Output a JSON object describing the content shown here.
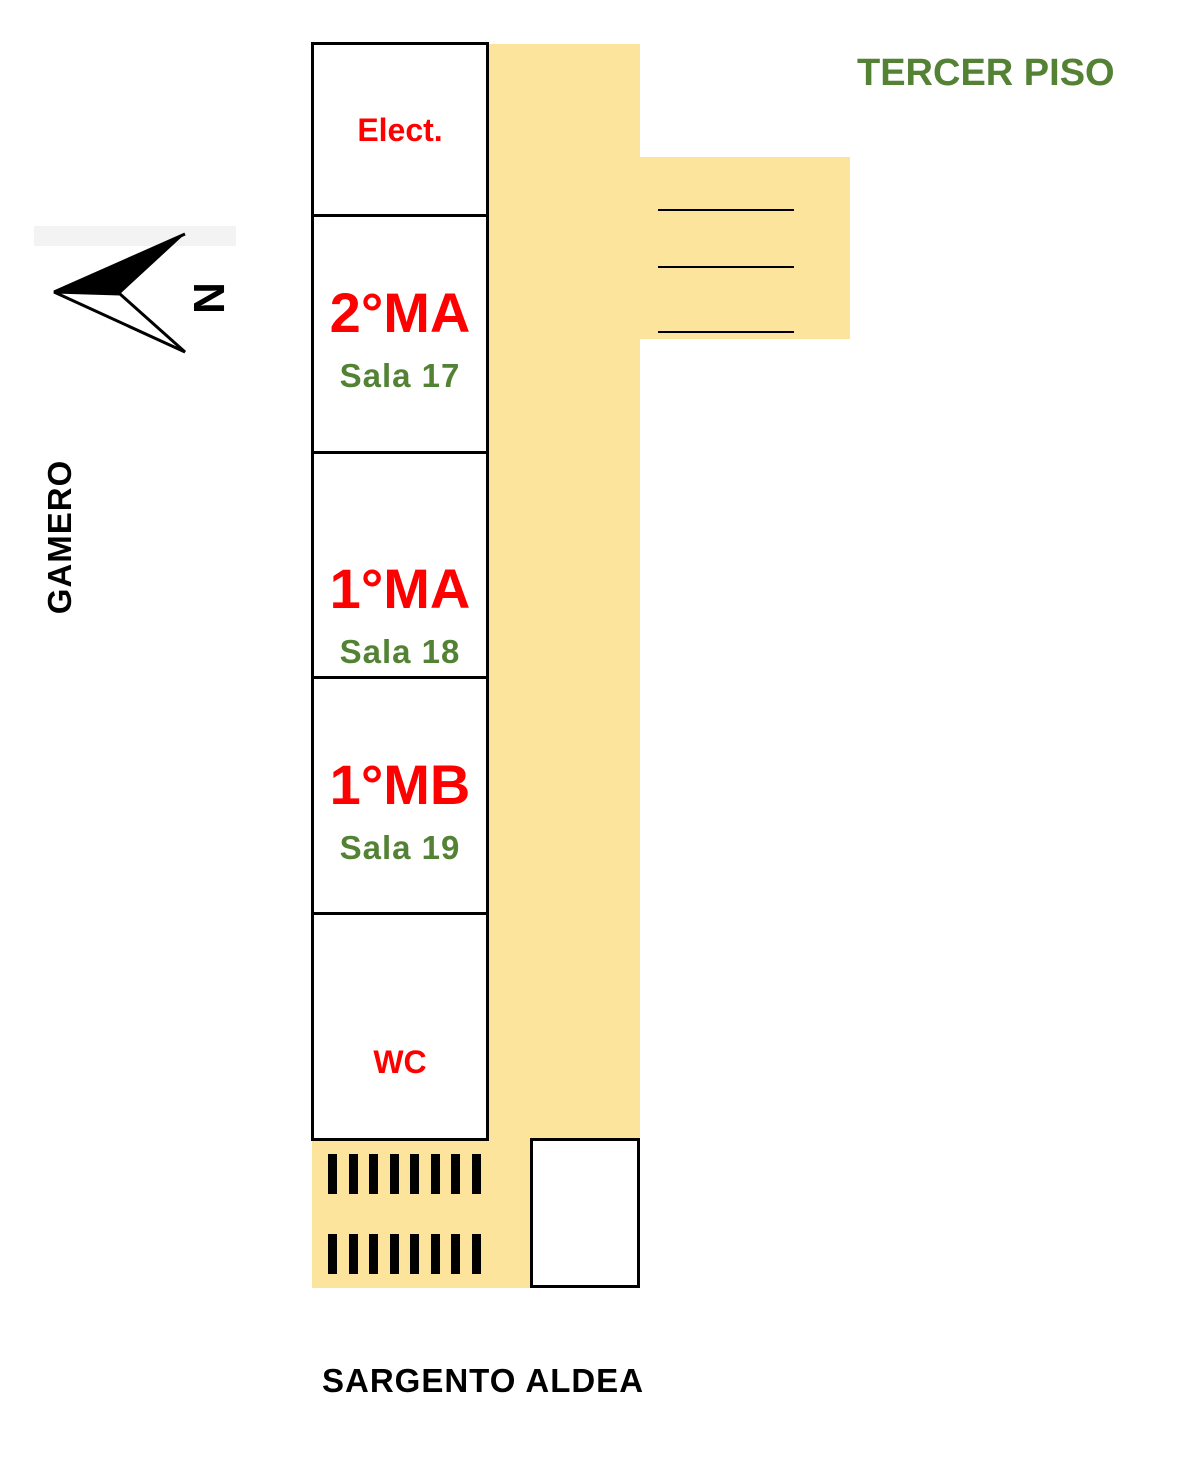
{
  "title": "TERCER PISO",
  "streets": {
    "west": "GAMERO",
    "south": "SARGENTO ALDEA"
  },
  "compass": {
    "label": "N",
    "icon": "north-arrow-icon"
  },
  "rooms": [
    {
      "code": "Elect."
    },
    {
      "code": "2°MA",
      "sala": "Sala 17"
    },
    {
      "code": "1°MA",
      "sala": "Sala 18"
    },
    {
      "code": "1°MB",
      "sala": "Sala 19"
    },
    {
      "code": "WC"
    }
  ],
  "colors": {
    "hallway": "#fde49c",
    "room_code": "#ff0000",
    "sala_label": "#548235",
    "title": "#548235"
  }
}
